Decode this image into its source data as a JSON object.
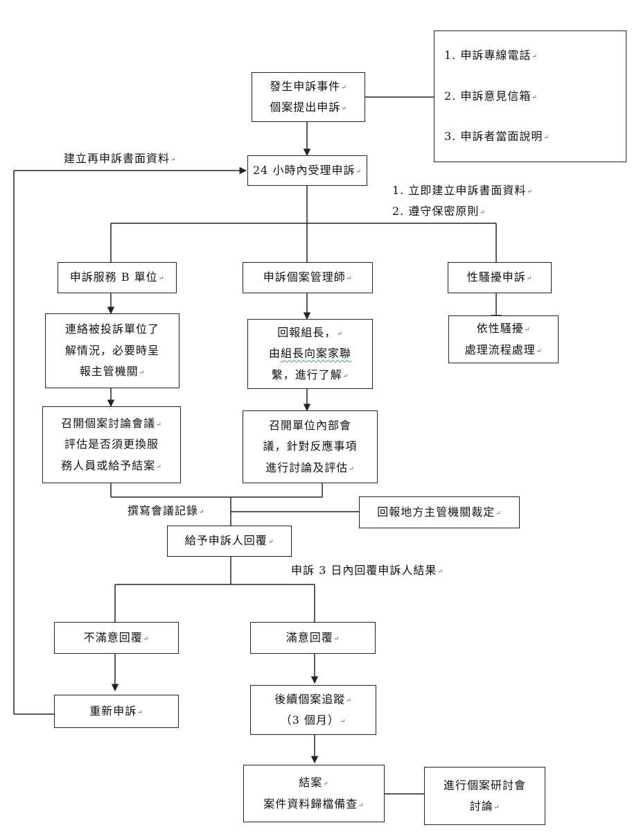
{
  "channels": [
    "1. 申訴專線電話",
    "2. 申訴意見信箱",
    "3. 申訴者當面說明"
  ],
  "start": [
    "發生申訴事件",
    "個案提出申訴"
  ],
  "reapply_label": "建立再申訴書面資料",
  "receive": "24 小時內受理申訴",
  "notes": [
    "1. 立即建立申訴書面資料",
    "2. 遵守保密原則"
  ],
  "branches": {
    "left": "申訴服務 B 單位",
    "center": "申訴個案管理師",
    "right": "性騷擾申訴"
  },
  "harassment_process": [
    "依性騷擾",
    "處理流程處理"
  ],
  "contact_unit": [
    "連絡被投訴單位了",
    "解情況，必要時呈",
    "報主管機關"
  ],
  "report_leader": [
    "回報組長，",
    "由組長向案家聯",
    "繫，進行了解"
  ],
  "case_meeting": [
    "召開個案討論會議",
    "評估是否須更換服",
    "務人員或給予結案"
  ],
  "internal_meeting": [
    "召開單位內部會",
    "議，針對反應事項",
    "進行討論及評估"
  ],
  "minutes_label": "撰寫會議記錄",
  "report_authority": "回報地方主管機關裁定",
  "reply": "給予申訴人回覆",
  "reply_note": "申訴 3 日內回覆申訴人結果",
  "unsatisfied": "不滿意回覆",
  "satisfied": "滿意回覆",
  "reapply": "重新申訴",
  "follow_up": [
    "後續個案追蹤",
    "（3 個月）"
  ],
  "close": [
    "結案",
    "案件資料歸檔備查"
  ],
  "case_study": [
    "進行個案研討會",
    "討論"
  ],
  "colors": {
    "line": "#222222",
    "spell_underline": "#3aa35a"
  }
}
